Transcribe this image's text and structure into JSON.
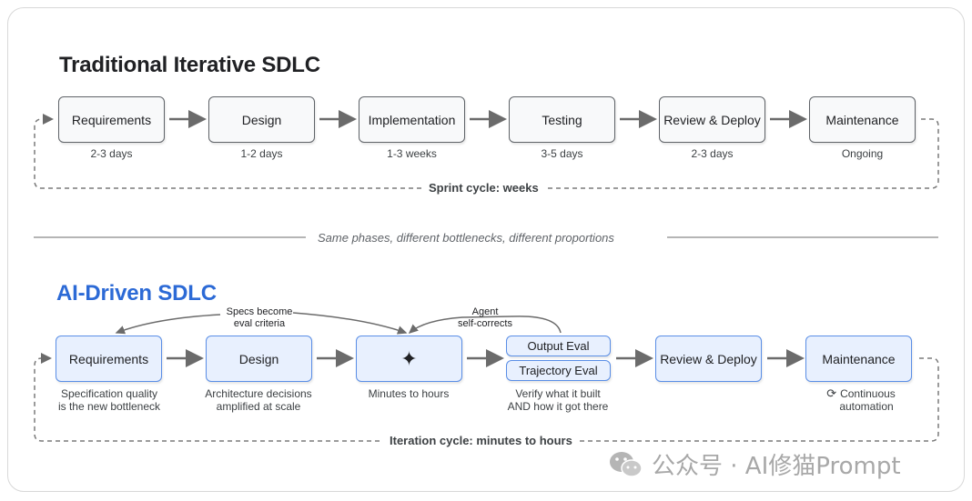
{
  "traditional": {
    "title": "Traditional Iterative SDLC",
    "phases": [
      {
        "label": "Requirements",
        "duration": "2-3 days"
      },
      {
        "label": "Design",
        "duration": "1-2 days"
      },
      {
        "label": "Implementation",
        "duration": "1-3 weeks"
      },
      {
        "label": "Testing",
        "duration": "3-5 days"
      },
      {
        "label": "Review & Deploy",
        "duration": "2-3 days"
      },
      {
        "label": "Maintenance",
        "duration": "Ongoing"
      }
    ],
    "cycle_label": "Sprint cycle: weeks"
  },
  "divider_text": "Same phases, different bottlenecks, different proportions",
  "ai": {
    "title": "AI-Driven SDLC",
    "phases": [
      {
        "label": "Requirements",
        "caption_line1": "Specification quality",
        "caption_line2": "is the new bottleneck"
      },
      {
        "label": "Design",
        "caption_line1": "Architecture decisions",
        "caption_line2": "amplified at scale"
      },
      {
        "icon": "sparkle-icon",
        "caption_line1": "Minutes to hours"
      },
      {
        "eval_top": "Output Eval",
        "eval_bottom": "Trajectory Eval",
        "caption_line1": "Verify what it built",
        "caption_line2": "AND how it got there"
      },
      {
        "label": "Review & Deploy"
      },
      {
        "label": "Maintenance",
        "caption_line1": "Continuous",
        "caption_line2": "automation"
      }
    ],
    "annotation_specs_line1": "Specs become",
    "annotation_specs_line2": "eval criteria",
    "annotation_agent_line1": "Agent",
    "annotation_agent_line2": "self-corrects",
    "cycle_label": "Iteration cycle: minutes to hours"
  },
  "watermark": "公众号 · AI修猫Prompt",
  "colors": {
    "ai_accent": "#2c6ad6",
    "ai_box_fill": "#e8f0fe",
    "ai_box_border": "#5a8ee6"
  }
}
